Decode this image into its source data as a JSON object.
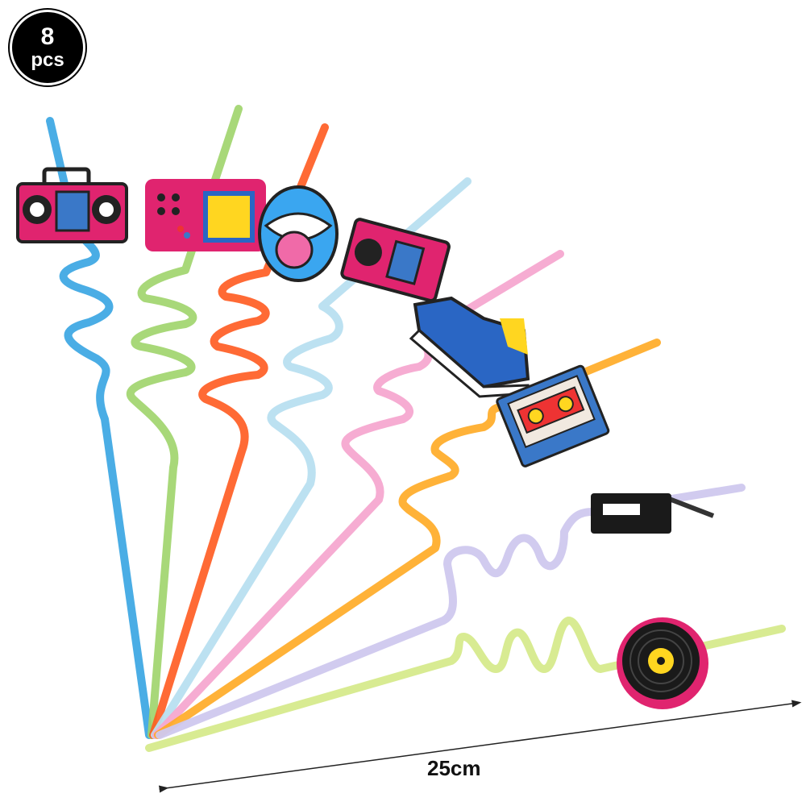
{
  "badge": {
    "count": "8",
    "unit": "pcs"
  },
  "dimension": {
    "label": "25cm"
  },
  "colors": {
    "blue": "#2a9fe0",
    "green": "#9fd46a",
    "orange": "#ff5a1f",
    "lightblue": "#b8dff0",
    "pink": "#f6a8d0",
    "amber": "#ffaa22",
    "lavender": "#cfc8ee",
    "lime": "#d6ea8c",
    "magenta": "#e6246f"
  }
}
